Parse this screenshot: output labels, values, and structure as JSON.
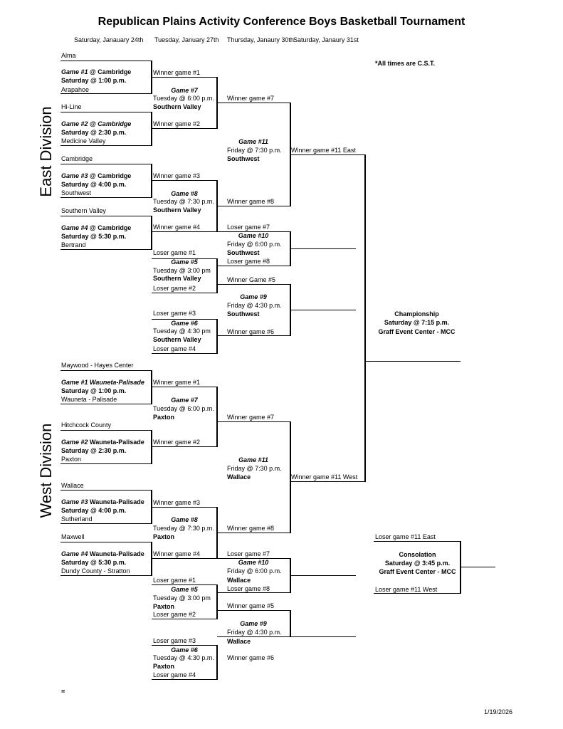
{
  "title": "Republican Plains Activity Conference Boys Basketball Tournament",
  "dates": [
    "Saturday, Janauary 24th",
    "Tuesday, January 27th",
    "Thursday, Janaury 30th",
    "Saturday, Janaury 31st"
  ],
  "note": "*All times are C.S.T.",
  "divisions": {
    "east": "East Division",
    "west": "West Division"
  },
  "east": {
    "teams": [
      "Alma",
      "Arapahoe",
      "Hi-Line",
      "Medicine Valley",
      "Cambridge",
      "Southwest",
      "Southern Valley",
      "Bertrand"
    ],
    "g1": {
      "name": "Game #1",
      "site": " @ Cambridge",
      "time": "Saturday @ 1:00 p.m."
    },
    "g2": {
      "name": "Game #2",
      "site": " @ Cambridge",
      "time": "Saturday @ 2:30 p.m."
    },
    "g3": {
      "name": "Game #3",
      "site": " @ Cambridge",
      "time": "Saturday @ 4:00 p.m."
    },
    "g4": {
      "name": "Game #4",
      "site": "  @ Cambridge",
      "time": "Saturday @ 5:30 p.m."
    },
    "w1": "Winner game #1",
    "w2": "Winner game #2",
    "w3": "Winner game #3",
    "w4": "Winner game #4",
    "g7": {
      "name": "Game #7",
      "time": "Tuesday @ 6:00 p.m.",
      "site": "Southern Valley"
    },
    "g8": {
      "name": "Game #8",
      "time": "Tuesday @ 7:30 p.m.",
      "site": "Southern Valley"
    },
    "l1": "Loser game #1",
    "l2": "Loser game #2",
    "l3": "Loser game #3",
    "l4": "Loser game #4",
    "g5": {
      "name": "Game #5",
      "time": "Tuesday @ 3:00 pm",
      "site": "Southern Valley"
    },
    "g6": {
      "name": "Game #6",
      "time": "Tuesday @ 4:30 pm",
      "site": "Southern Valley"
    },
    "w7": "Winner game #7",
    "w8": "Winner game #8",
    "g11": {
      "name": "Game #11",
      "time": "Friday @ 7:30 p.m.",
      "site": "Southwest"
    },
    "l7": "Loser game #7",
    "l8": "Loser game #8",
    "g10": {
      "name": "Game #10",
      "time": "Friday @ 6:00 p.m.",
      "site": "Southwest"
    },
    "w5": "Winner Game #5",
    "w6": "Winner game #6",
    "g9": {
      "name": "Game #9",
      "time": "Friday @ 4:30 p.m.",
      "site": "Southwest"
    },
    "w11": "Winner game #11 East"
  },
  "west": {
    "teams": [
      "Maywood - Hayes Center",
      "Wauneta - Palisade",
      "Hitchcock County",
      "Paxton",
      "Wallace",
      "Sutherland",
      "Maxwell",
      "Dundy County - Stratton"
    ],
    "g1": {
      "name": "Game #1",
      "site": " Wauneta-Palisade",
      "time": "Saturday @ 1:00 p.m."
    },
    "g2": {
      "name": "Game #2",
      "site": " Wauneta-Palisade",
      "time": "Saturday @ 2:30 p.m."
    },
    "g3": {
      "name": "Game #3",
      "site": " Wauneta-Palisade",
      "time": "Saturday @ 4:00 p.m."
    },
    "g4": {
      "name": "Game #4",
      "site": " Wauneta-Palisade",
      "time": "Saturday @ 5:30 p.m."
    },
    "w1": "Winner game #1",
    "w2": "Winner game #2",
    "w3": "Winner game #3",
    "w4": "Winner game #4",
    "g7": {
      "name": "Game #7",
      "time": "Tuesday @ 6:00 p.m.",
      "site": "Paxton"
    },
    "g8": {
      "name": "Game #8",
      "time": "Tuesday @ 7:30 p.m.",
      "site": "Paxton"
    },
    "l1": "Loser game #1",
    "l2": "Loser game #2",
    "l3": "Loser game #3",
    "l4": "Loser game #4",
    "g5": {
      "name": "Game #5",
      "time": "Tuesday @ 3:00 pm",
      "site": "Paxton"
    },
    "g6": {
      "name": "Game #6",
      "time": "Tuesday @ 4:30 p.m.",
      "site": "Paxton"
    },
    "w7": "Winner game #7",
    "w8": "Winner game #8",
    "g11": {
      "name": "Game #11",
      "time": "Friday @ 7:30 p.m.",
      "site": "Wallace"
    },
    "l7": "Loser game #7",
    "l8": "Loser game #8",
    "g10": {
      "name": "Game #10",
      "time": "Friday @ 6:00 p.m.",
      "site": "Wallace"
    },
    "w5": "Winner game #5",
    "w6": "Winner game #6",
    "g9": {
      "name": "Game #9",
      "time": "Friday @ 4:30 p.m.",
      "site": "Wallace"
    },
    "w11": "Winner game #11 West"
  },
  "championship": {
    "name": "Championship",
    "time": "Saturday @ 7:15 p.m.",
    "site": "Graff Event Center - MCC"
  },
  "consolation": {
    "top": "Loser game #11 East",
    "name": "Consolation",
    "time": "Saturday @ 3:45 p.m.",
    "site": "Graff Event Center - MCC",
    "bottom": "Loser game #11 West"
  },
  "footer": {
    "mark": "=",
    "date": "1/19/2026"
  }
}
